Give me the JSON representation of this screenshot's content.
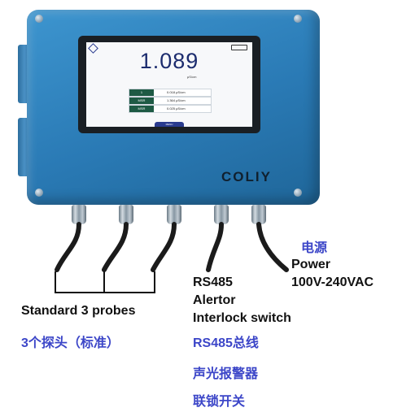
{
  "screen": {
    "reading": "1.089",
    "reading_unit": "μS/cm",
    "probes": [
      {
        "tag": "1",
        "value": "0.018 μS/cm"
      },
      {
        "tag": "MSR",
        "value": "1.364 μS/cm"
      },
      {
        "tag": "MSR",
        "value": "0.025 μS/cm"
      }
    ],
    "menu_label": "MENU"
  },
  "brand": "COLIY",
  "labels": {
    "power_cn": "电源",
    "power_en": "Power",
    "power_spec": "100V-240VAC",
    "rs485_en": "RS485",
    "alertor_en": "Alertor",
    "interlock_en": "Interlock switch",
    "probes_en": "Standard 3 probes",
    "probes_cn": "3个探头（标准）",
    "rs485_cn": "RS485总线",
    "alertor_cn": "声光报警器",
    "interlock_cn": "联锁开关"
  }
}
